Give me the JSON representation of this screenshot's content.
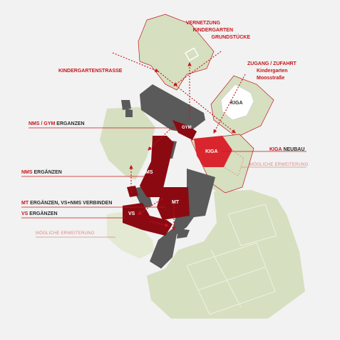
{
  "colors": {
    "background": "#f2f2f2",
    "green_area": "#d6dfc0",
    "building": "#5a5a5a",
    "school_red": "#8b0a12",
    "kiga_red": "#d9262e",
    "accent_red": "#c4161c",
    "faint_red": "#d98b86"
  },
  "labels": {
    "vernetzung": "VERNETZUNG",
    "kindergarten_grundstuecke_1": "KINDERGARTEN",
    "kindergarten_grundstuecke_2": "GRUNDSTÜCKE",
    "kindergartenstrasse": "KINDERGARTENSTRASSE",
    "zugang": "ZUGANG / ZUFAHRT",
    "zugang_sub_1": "Kindergarten",
    "zugang_sub_2": "Moosstraße",
    "kiga_existing": "KIGA",
    "nms_gym_red": "NMS / GYM",
    "nms_gym_dark": "ERGANZEN",
    "gym_tag": "GYM",
    "kiga_new": "KIGA",
    "kiga_neubau_red": "KIGA",
    "kiga_neubau_dark": "NEUBAU",
    "moegliche_erweiterung_right": "MÖGLICHE ERWEITERUNG",
    "nms_erganzen_red": "NMS",
    "nms_erganzen_dark": "ERGÄNZEN",
    "nms_tag": "NMS",
    "mt_tag": "MT",
    "mt_label_red": "MT",
    "mt_label_dark": "ERGÄNZEN, VS+NMS VERBINDEN",
    "vs_label_red": "VS",
    "vs_label_dark": "ERGÄNZEN",
    "vs_tag": "VS",
    "moegliche_erweiterung_left": "MÖGLICHE ERWEITERUNG"
  }
}
